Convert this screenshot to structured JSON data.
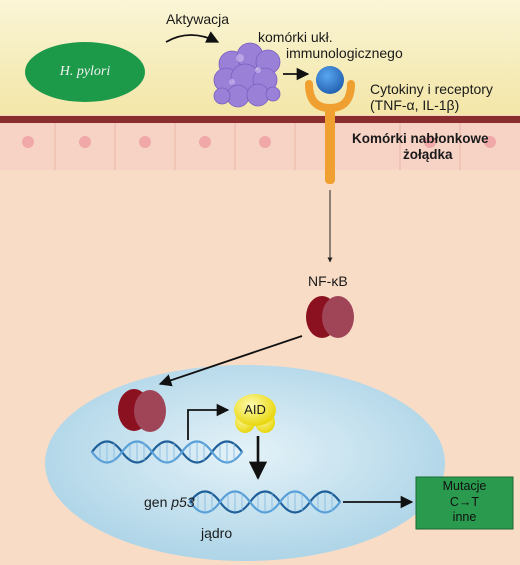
{
  "colors": {
    "lumen_bg": "#f7efbf",
    "tissue_bg": "#f9dcc6",
    "epithelium_line": "#8a2d2d",
    "cell_fill": "#f7cfc3",
    "nucleus_fill": "#c6e3ef",
    "hpylori_fill": "#1c9a4a",
    "nfkb_dark": "#8b1020",
    "nfkb_light": "#a04050",
    "aid_yellow": "#f2e81a",
    "receptor_orange": "#f0a030",
    "cytokine_blue": "#2f7fd0",
    "immune_purple": "#9a7fd6",
    "dna_blue": "#3a7fb8",
    "mutation_box": "#2a9a4e"
  },
  "labels": {
    "h_pylori": "H. pylori",
    "activation": "Aktywacja",
    "immune_cells_line1": "komórki ukł.",
    "immune_cells_line2": "immunologicznego",
    "cytokines_line1": "Cytokiny i receptory",
    "cytokines_line2": "(TNF-α, IL-1β)",
    "epithelial_line1": "Komórki nabłonkowe",
    "epithelial_line2": "żołądka",
    "nfkb": "NF-κB",
    "aid": "AID",
    "gene_prefix": "gen",
    "gene_name": "p53",
    "nucleus": "jądro",
    "mutation_line1": "Mutacje",
    "mutation_line2": "C→T",
    "mutation_line3": "inne"
  }
}
